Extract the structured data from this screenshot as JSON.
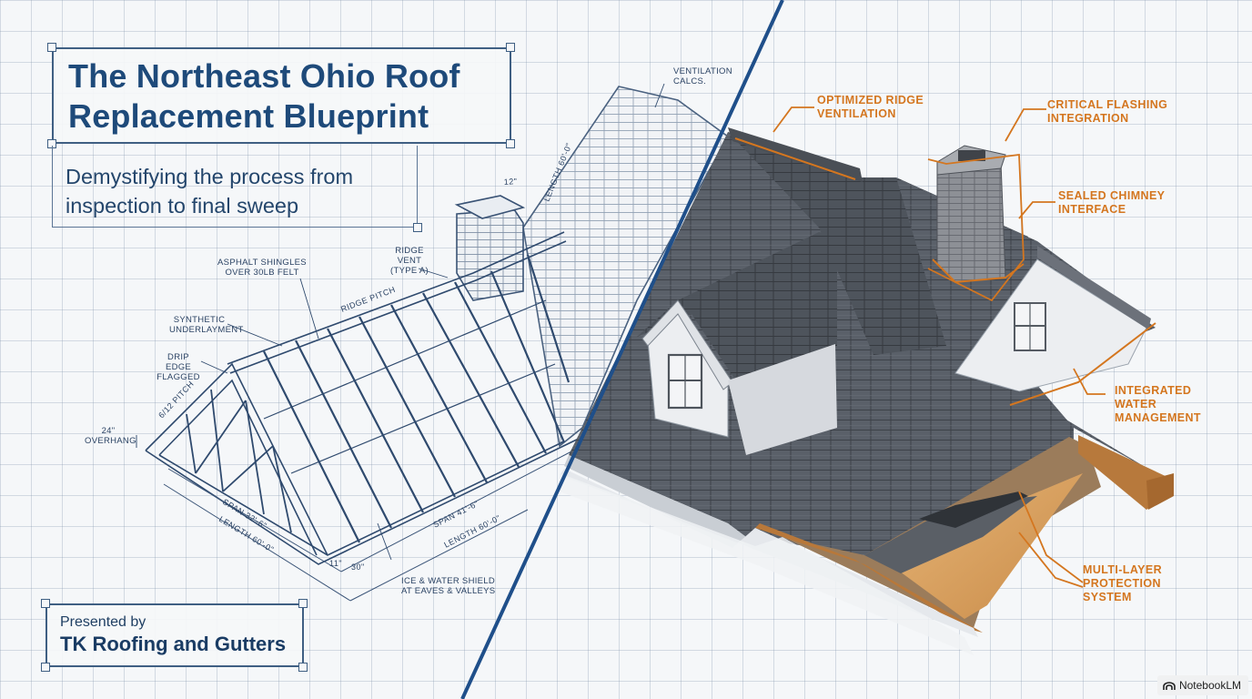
{
  "title": {
    "line1": "The Northeast Ohio Roof",
    "line2": "Replacement Blueprint"
  },
  "subtitle": {
    "line1": "Demystifying the process from",
    "line2": "inspection to final sweep"
  },
  "presented": {
    "by_label": "Presented by",
    "company": "TK Roofing and Gutters"
  },
  "blueprint_labels": {
    "asphalt1": "ASPHALT SHINGLES",
    "asphalt2": "OVER 30LB FELT",
    "synthetic1": "SYNTHETIC",
    "synthetic2": "UNDERLAYMENT",
    "drip1": "DRIP EDGE",
    "drip2": "FLAGGED",
    "overhang1": "24\"",
    "overhang2": "OVERHANG",
    "ridge_vent1": "RIDGE VENT",
    "ridge_vent2": "(TYPE A)",
    "ventilation1": "VENTILATION",
    "ventilation2": "CALCS.",
    "ice1": "ICE & WATER SHIELD",
    "ice2": "AT EAVES & VALLEYS",
    "ridge_pitch": "RIDGE PITCH",
    "pitch": "6/12 PITCH",
    "span1": "SPAN 32'-6\"",
    "span2": "SPAN 41'-6\"",
    "length1": "LENGTH 60'-0\"",
    "length2": "LENGTH 60'-0\"",
    "length_vert": "LENGTH 60'-0\"",
    "dim_12": "12\"",
    "dim_30": "30\"",
    "dim_11": "11\""
  },
  "callouts": {
    "ridge1": "OPTIMIZED RIDGE",
    "ridge2": "VENTILATION",
    "flashing1": "CRITICAL FLASHING",
    "flashing2": "INTEGRATION",
    "chimney1": "SEALED CHIMNEY",
    "chimney2": "INTERFACE",
    "water1": "INTEGRATED",
    "water2": "WATER",
    "water3": "MANAGEMENT",
    "multi1": "MULTI-LAYER",
    "multi2": "PROTECTION",
    "multi3": "SYSTEM"
  },
  "badge": {
    "text": "NotebookLM"
  },
  "colors": {
    "blueprint_ink": "#2b4364",
    "title_blue": "#1e4a7a",
    "divider_blue": "#1f4f8a",
    "callout_orange": "#d4761f",
    "shingle_gray": "#555b63",
    "wood": "#d9a15f"
  }
}
